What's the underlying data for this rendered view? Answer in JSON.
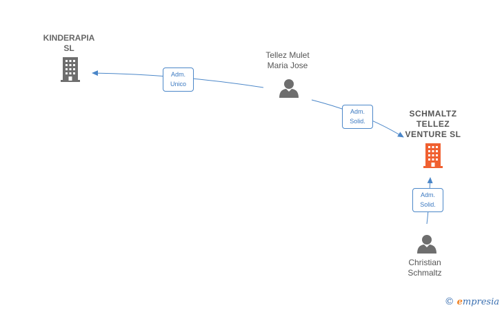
{
  "nodes": {
    "kinderapia": {
      "label": "KINDERAPIA\nSL",
      "type": "company"
    },
    "tellez": {
      "label": "Tellez Mulet\nMaria Jose",
      "type": "person"
    },
    "schmaltz_tellez": {
      "label": "SCHMALTZ\nTELLEZ\nVENTURE  SL",
      "type": "company",
      "highlight": true
    },
    "christian": {
      "label": "Christian\nSchmaltz",
      "type": "person"
    }
  },
  "edges": {
    "tellez_to_kinderapia": "Adm.\nUnico",
    "tellez_to_schmaltz": "Adm.\nSolid.",
    "christian_to_schmaltz": "Adm.\nSolid."
  },
  "colors": {
    "edge": "#4a86c8",
    "company_icon": "#6e6e6e",
    "main_company_icon": "#f06030",
    "person_icon": "#6e6e6e"
  },
  "brand": {
    "copyright": "©",
    "e": "e",
    "name": "mpresia"
  }
}
